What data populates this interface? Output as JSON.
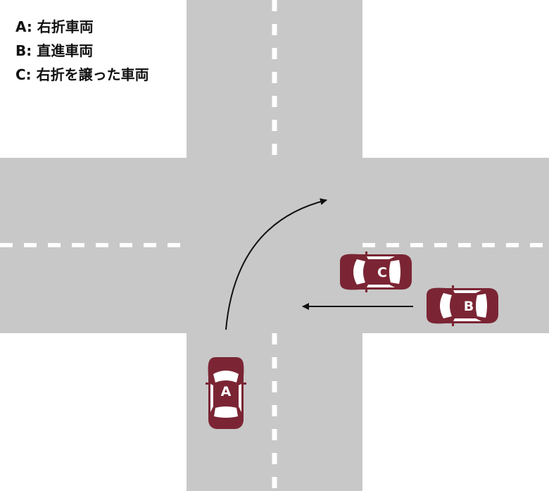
{
  "legend": [
    {
      "text": "A: 右折車両"
    },
    {
      "text": "B: 直進車両"
    },
    {
      "text": "C: 右折を譲った車両"
    }
  ],
  "vehicles": {
    "a": {
      "label": "A",
      "heading": "north"
    },
    "b": {
      "label": "B",
      "heading": "west"
    },
    "c": {
      "label": "C",
      "heading": "west"
    }
  },
  "colors": {
    "road": "#c8c8c8",
    "lane_marking": "#ffffff",
    "car_body": "#7b2534",
    "car_glass": "#ffffff",
    "arrow": "#111111",
    "background": "#ffffff",
    "legend_text": "#111111"
  }
}
